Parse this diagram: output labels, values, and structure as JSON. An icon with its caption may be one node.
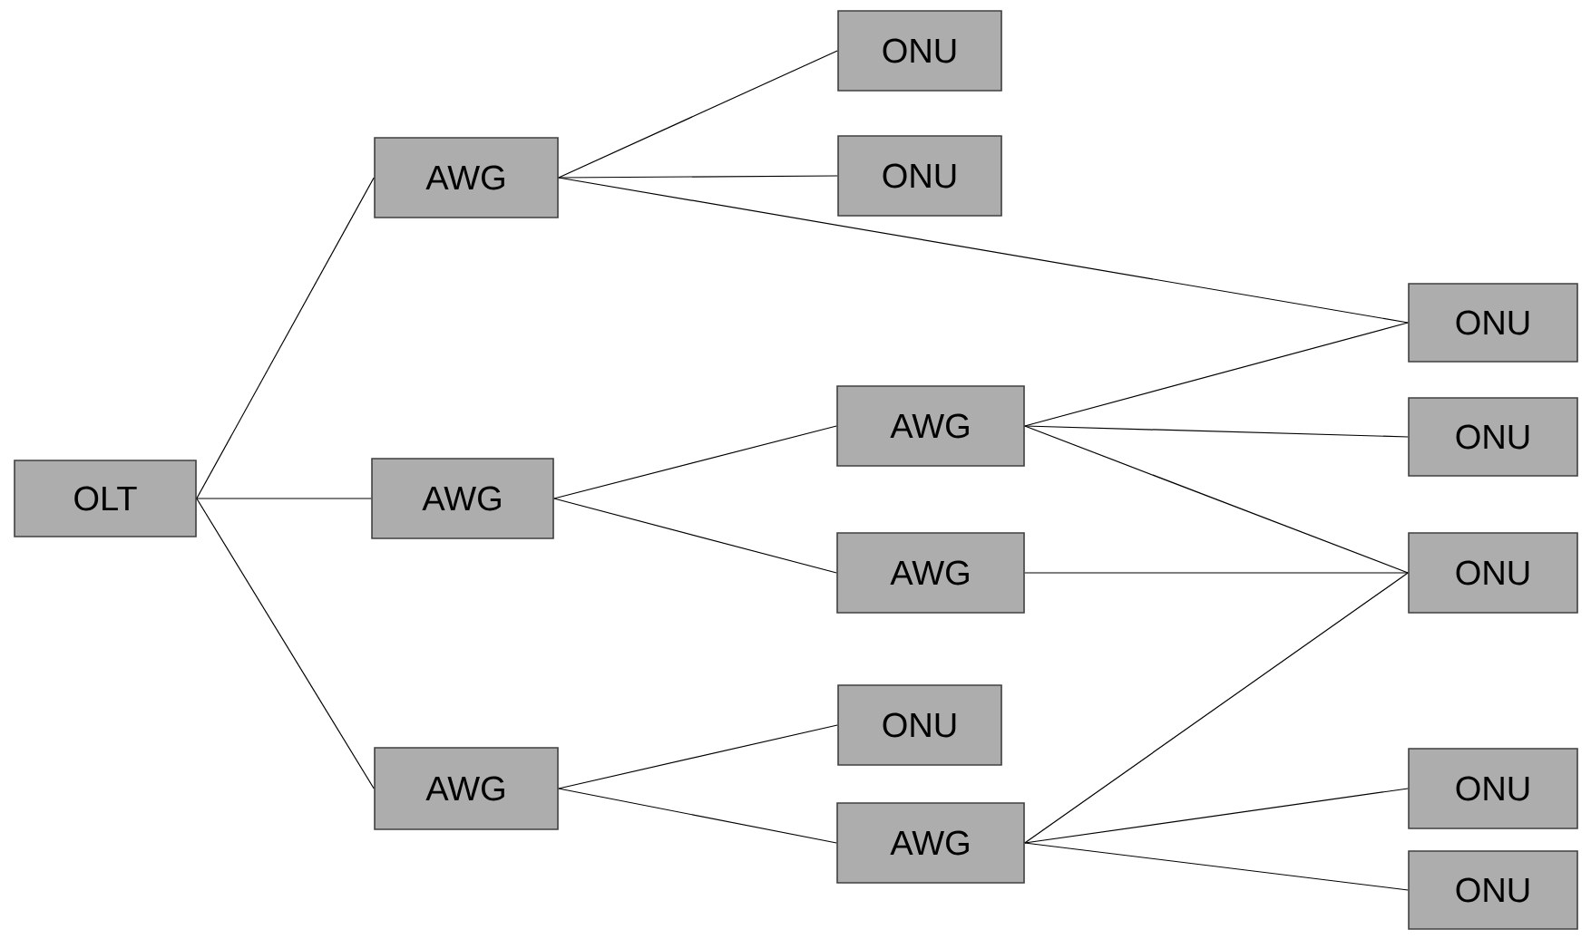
{
  "diagram": {
    "nodes": [
      {
        "text": [
          "OLT"
        ]
      },
      {
        "text": [
          "AWG"
        ]
      },
      {
        "text": [
          "AWG"
        ]
      },
      {
        "text": [
          "AWG"
        ]
      },
      {
        "text": [
          "ONU"
        ]
      },
      {
        "text": [
          "ONU"
        ]
      },
      {
        "text": [
          "AWG"
        ]
      },
      {
        "text": [
          "AWG"
        ]
      },
      {
        "text": [
          "ONU"
        ]
      },
      {
        "text": [
          "AWG"
        ]
      },
      {
        "text": [
          "ONU"
        ]
      },
      {
        "text": [
          "ONU"
        ]
      },
      {
        "text": [
          "ONU"
        ]
      },
      {
        "text": [
          "ONU"
        ]
      },
      {
        "text": [
          "ONU"
        ]
      }
    ],
    "edges": [
      {
        "from": 0,
        "to": 1,
        "arrow": "none"
      },
      {
        "from": 0,
        "to": 2,
        "arrow": "none"
      },
      {
        "from": 0,
        "to": 3,
        "arrow": "none"
      },
      {
        "from": 1,
        "to": 4,
        "arrow": "none"
      },
      {
        "from": 1,
        "to": 5,
        "arrow": "none"
      },
      {
        "from": 1,
        "to": 10,
        "arrow": "none"
      },
      {
        "from": 2,
        "to": 6,
        "arrow": "none"
      },
      {
        "from": 2,
        "to": 7,
        "arrow": "none"
      },
      {
        "from": 6,
        "to": 10,
        "arrow": "none"
      },
      {
        "from": 6,
        "to": 11,
        "arrow": "none"
      },
      {
        "from": 6,
        "to": 12,
        "arrow": "none"
      },
      {
        "from": 7,
        "to": 12,
        "arrow": "none"
      },
      {
        "from": 3,
        "to": 8,
        "arrow": "none"
      },
      {
        "from": 3,
        "to": 9,
        "arrow": "none"
      },
      {
        "from": 9,
        "to": 12,
        "arrow": "none"
      },
      {
        "from": 9,
        "to": 13,
        "arrow": "none"
      },
      {
        "from": 9,
        "to": 14,
        "arrow": "none"
      }
    ]
  }
}
